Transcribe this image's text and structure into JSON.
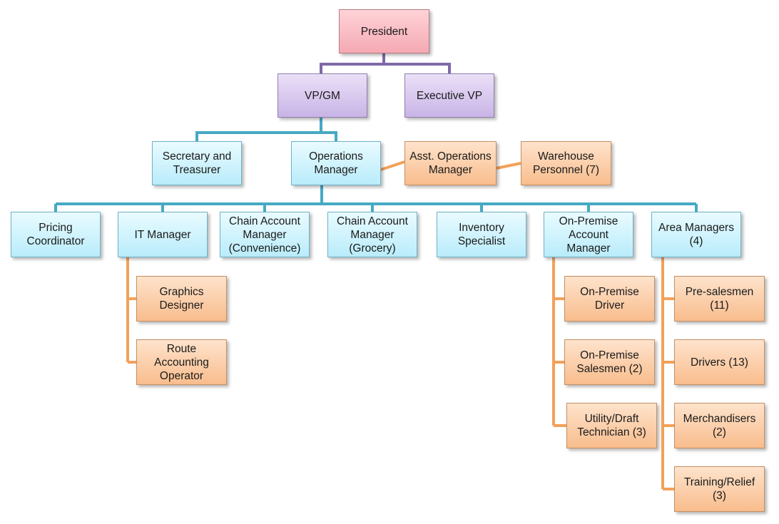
{
  "colors": {
    "connector_purple": "#7f68a8",
    "connector_blue": "#46a9c4",
    "connector_orange": "#f2a15a",
    "box_pink": "#f5a9b3",
    "box_purple": "#c8b4e6",
    "box_blue": "#b9ecfb",
    "box_orange": "#f9bd8d"
  },
  "nodes": {
    "president": "President",
    "vp_gm": "VP/GM",
    "executive_vp": "Executive VP",
    "secretary_treasurer": "Secretary and\nTreasurer",
    "operations_manager": "Operations\nManager",
    "asst_operations_manager": "Asst. Operations\nManager",
    "warehouse_personnel": "Warehouse\nPersonnel (7)",
    "pricing_coordinator": "Pricing\nCoordinator",
    "it_manager": "IT Manager",
    "chain_account_convenience": "Chain Account\nManager\n(Convenience)",
    "chain_account_grocery": "Chain Account\nManager\n(Grocery)",
    "inventory_specialist": "Inventory\nSpecialist",
    "on_premise_account_manager": "On-Premise\nAccount\nManager",
    "area_managers": "Area Managers\n(4)",
    "graphics_designer": "Graphics\nDesigner",
    "route_accounting_operator": "Route\nAccounting\nOperator",
    "on_premise_driver": "On-Premise\nDriver",
    "on_premise_salesmen": "On-Premise\nSalesmen (2)",
    "utility_draft_technician": "Utility/Draft\nTechnician (3)",
    "pre_salesmen": "Pre-salesmen\n(11)",
    "drivers": "Drivers (13)",
    "merchandisers": "Merchandisers\n(2)",
    "training_relief": "Training/Relief\n(3)"
  }
}
